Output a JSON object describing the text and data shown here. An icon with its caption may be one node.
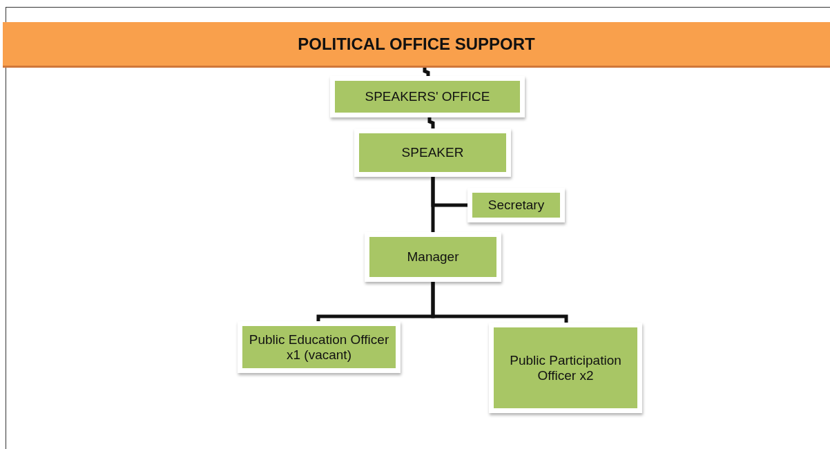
{
  "diagram": {
    "nodes": [
      {
        "text": [
          "POLITICAL OFFICE SUPPORT"
        ]
      },
      {
        "text": [
          "SPEAKERS'  OFFICE"
        ]
      },
      {
        "text": [
          "SPEAKER"
        ]
      },
      {
        "text": [
          "Secretary"
        ]
      },
      {
        "text": [
          "Manager"
        ]
      },
      {
        "text": [
          "Public Education Officer x1 (vacant)"
        ]
      },
      {
        "text": [
          "Public Participation Officer x2"
        ]
      }
    ],
    "edges": [
      {
        "from": 0,
        "to": 1,
        "arrow": "none"
      },
      {
        "from": 1,
        "to": 2,
        "arrow": "none"
      },
      {
        "from": 2,
        "to": 4,
        "arrow": "none"
      },
      {
        "from": 2,
        "to": 3,
        "arrow": "none"
      },
      {
        "from": 4,
        "to": 5,
        "arrow": "none"
      },
      {
        "from": 4,
        "to": 6,
        "arrow": "none"
      }
    ]
  }
}
